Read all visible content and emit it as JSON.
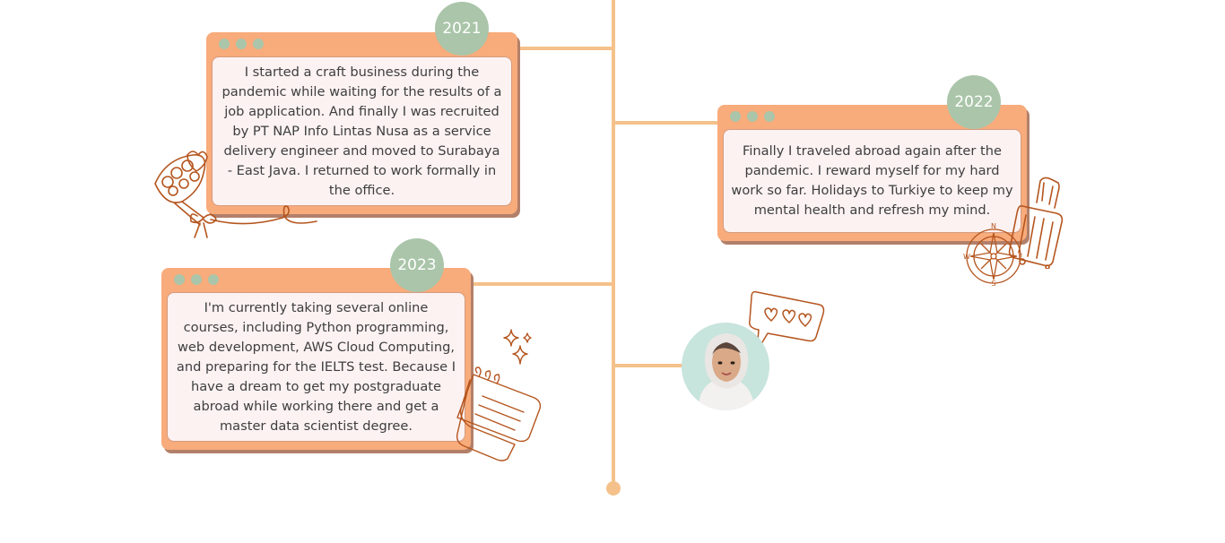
{
  "timeline": {
    "entries": [
      {
        "year": "2021",
        "text": "I started a craft business during the pandemic while waiting for the results of a job application. And finally I was recruited by PT NAP Info Lintas Nusa as a service delivery engineer and moved to Surabaya - East Java. I returned to work formally in the office."
      },
      {
        "year": "2022",
        "text": "Finally I traveled abroad again after the pandemic. I reward myself for my hard work so far. Holidays to Turkiye to keep my mental health and refresh my mind."
      },
      {
        "year": "2023",
        "text": "I'm currently taking several online courses, including Python programming, web development, AWS Cloud Computing, and preparing for the IELTS test. Because I have a dream to get my postgraduate abroad while working there and get a master data scientist degree."
      }
    ]
  },
  "colors": {
    "card": "#f8ab7b",
    "badge": "#aac5a9",
    "line": "#f5c18a",
    "panel": "#fcf2f2",
    "doodle": "#b5551e"
  },
  "icons": [
    "flower-bouquet-icon",
    "suitcase-icon",
    "compass-icon",
    "notebook-icon",
    "sparkles-icon",
    "heart-chat-bubble-icon"
  ],
  "compass": {
    "n": "N",
    "s": "S",
    "e": "E",
    "w": "W"
  }
}
